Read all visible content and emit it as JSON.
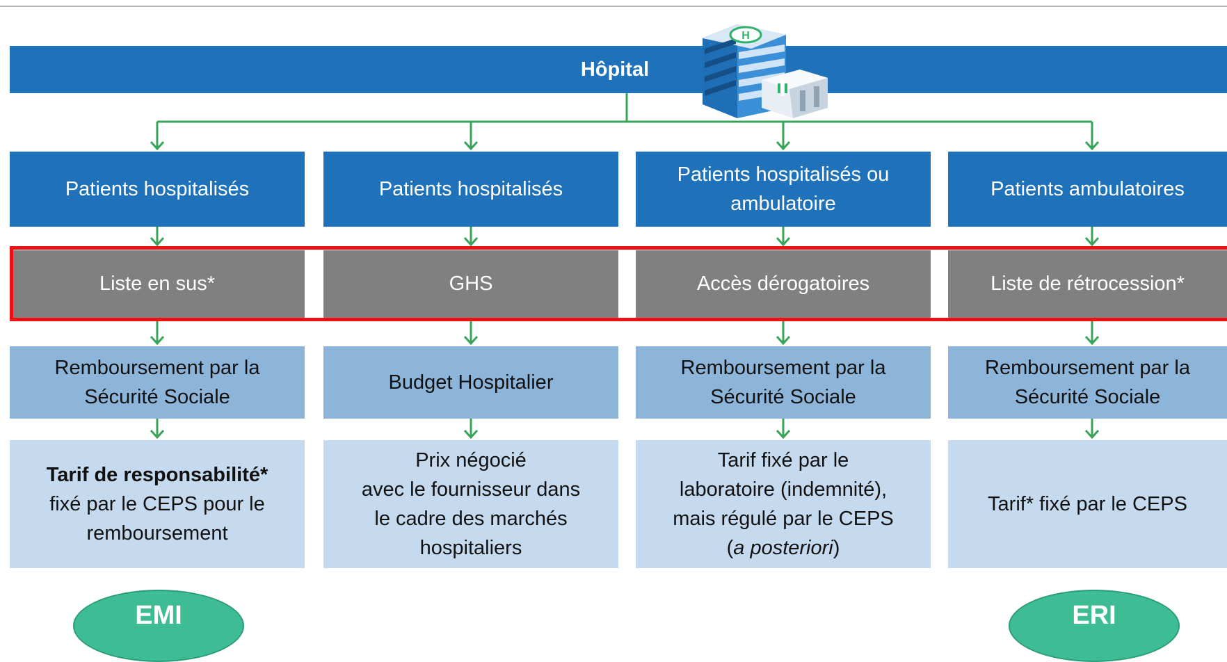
{
  "header": {
    "label": "Hôpital"
  },
  "columns": [
    {
      "patients": "Patients hospitalisés",
      "list": "Liste en sus*",
      "funding": [
        "Remboursement par la",
        "Sécurité Sociale"
      ],
      "pricing_bold": "Tarif de responsabilité*",
      "pricing": [
        "fixé par le CEPS pour le",
        "remboursement"
      ]
    },
    {
      "patients": "Patients hospitalisés",
      "list": "GHS",
      "funding": [
        "Budget Hospitalier"
      ],
      "pricing": [
        "Prix négocié",
        "avec le fournisseur dans",
        "le cadre des marchés",
        "hospitaliers"
      ]
    },
    {
      "patients": [
        "Patients hospitalisés ou",
        "ambulatoire"
      ],
      "list": "Accès dérogatoires",
      "funding": [
        "Remboursement par la",
        "Sécurité Sociale"
      ],
      "pricing": [
        "Tarif fixé par le",
        "laboratoire (indemnité),",
        "mais régulé par le CEPS"
      ],
      "pricing_paren_open": "(",
      "pricing_italic": "a posteriori",
      "pricing_paren_close": ")"
    },
    {
      "patients": "Patients ambulatoires",
      "list": "Liste de rétrocession*",
      "funding": [
        "Remboursement par la",
        "Sécurité Sociale"
      ],
      "pricing": [
        "Tarif* fixé par le CEPS"
      ]
    }
  ],
  "badges": {
    "left": "EMI",
    "right": "ERI"
  },
  "colors": {
    "header_blue": "#1f72ba",
    "list_grey": "#808080",
    "funding_blue": "#8db4d9",
    "pricing_blue": "#c5daee",
    "highlight_red": "#ee1111",
    "badge_green": "#3ebd94",
    "connector_green": "#3aa35a"
  },
  "icons": {
    "hospital": "hospital-building-icon"
  }
}
